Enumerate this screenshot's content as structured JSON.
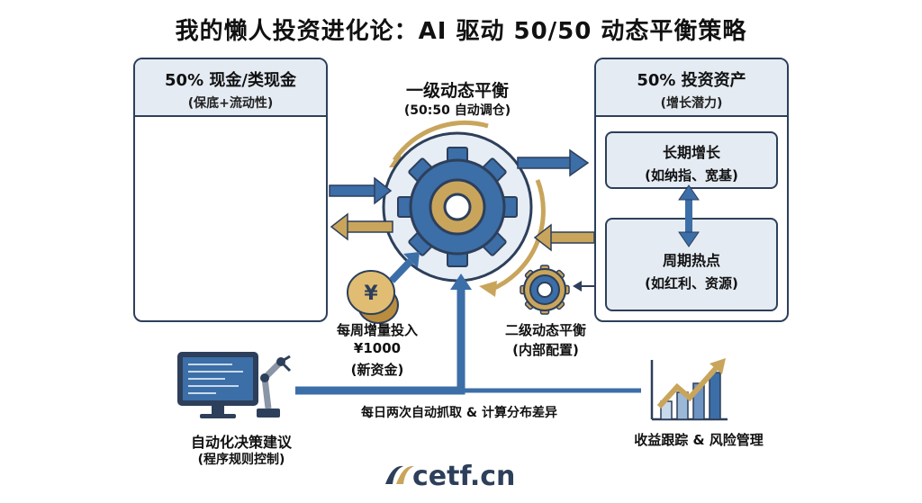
{
  "title": "我的懒人投资进化论：AI 驱动 50/50 动态平衡策略",
  "left_panel": {
    "title": "50% 现金/类现金",
    "subtitle": "(保底+流动性)"
  },
  "right_panel": {
    "title": "50% 投资资产",
    "subtitle": "(增长潜力)",
    "long_term": {
      "title": "长期增长",
      "detail": "(如纳指、宽基)"
    },
    "cyclical": {
      "title": "周期热点",
      "detail": "(如红利、资源)"
    }
  },
  "center": {
    "title": "一级动态平衡",
    "subtitle": "(50:50 自动调仓)"
  },
  "secondary": {
    "title": "二级动态平衡",
    "subtitle": "(内部配置)"
  },
  "weekly": {
    "line1": "每周增量投入",
    "line2": "¥1000",
    "line3": "(新资金)",
    "coin_symbol": "¥"
  },
  "automation": {
    "title": "自动化决策建议",
    "subtitle": "(程序规则控制)"
  },
  "daily": {
    "text": "每日两次自动抓取 & 计算分布差异"
  },
  "tracking": {
    "text": "收益跟踪 & 风险管理"
  },
  "logo": {
    "text": "cetf.cn"
  },
  "colors": {
    "navy": "#2d3f5a",
    "blue": "#3c6ea8",
    "gold": "#c9a55c",
    "light_blue": "#e4ebf3"
  }
}
